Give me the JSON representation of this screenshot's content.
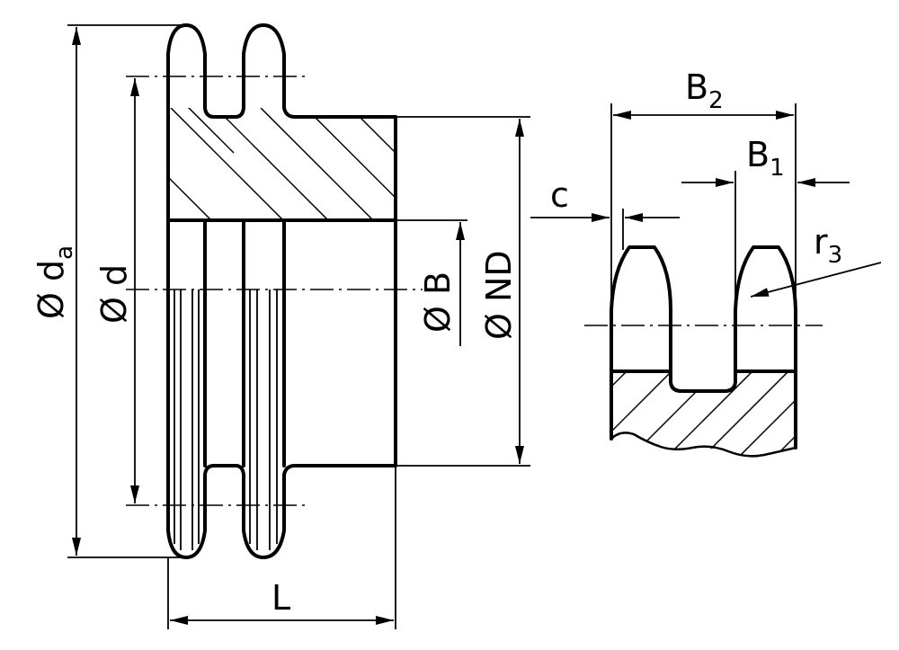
{
  "labels": {
    "da": {
      "prefix": "Ø d",
      "sub": "a"
    },
    "d": "Ø d",
    "L": "L",
    "B": "Ø B",
    "ND": "Ø ND",
    "B2": {
      "base": "B",
      "sub": "2"
    },
    "B1": {
      "base": "B",
      "sub": "1"
    },
    "c": "c",
    "r3": {
      "base": "r",
      "sub": "3"
    }
  }
}
